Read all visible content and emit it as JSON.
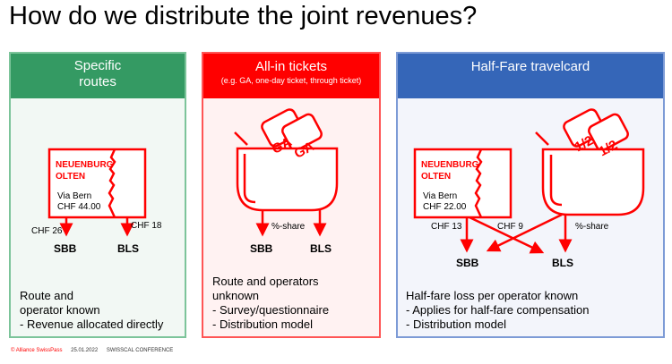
{
  "title": "How do we distribute the joint revenues?",
  "panels": [
    {
      "header": [
        "Specific",
        "routes"
      ],
      "ticket": {
        "from": "NEUENBURG",
        "to": "OLTEN",
        "via": "Via Bern",
        "price": "CHF 44.00"
      },
      "shares": [
        "CHF 26",
        "CHF 18"
      ],
      "operators": [
        "SBB",
        "BLS"
      ],
      "text": [
        "Route and",
        "operator known",
        "- Revenue allocated directly"
      ]
    },
    {
      "header": [
        "All-in tickets",
        "(e.g. GA, one-day ticket, through ticket)"
      ],
      "ticket_label": "GA",
      "share": "%-share",
      "operators": [
        "SBB",
        "BLS"
      ],
      "text": [
        "Route and operators",
        "unknown",
        "- Survey/questionnaire",
        "- Distribution model"
      ]
    },
    {
      "header": [
        "Half-Fare travelcard"
      ],
      "ticket": {
        "from": "NEUENBURG",
        "to": "OLTEN",
        "via": "Via Bern",
        "price": "CHF 22.00"
      },
      "ticket_label": "1/2",
      "shares": [
        "CHF 13",
        "CHF 9"
      ],
      "share": "%-share",
      "operators": [
        "SBB",
        "BLS"
      ],
      "text": [
        "Half-fare loss per operator known",
        "- Applies for half-fare compensation",
        "- Distribution model"
      ]
    }
  ],
  "footer": {
    "copyright": "© Alliance SwissPass",
    "date": "25.01.2022",
    "event": "SWISSCAL CONFERENCE"
  },
  "colors": {
    "accent": "#ff0000",
    "green": "#349a63",
    "blue": "#3566b8"
  }
}
